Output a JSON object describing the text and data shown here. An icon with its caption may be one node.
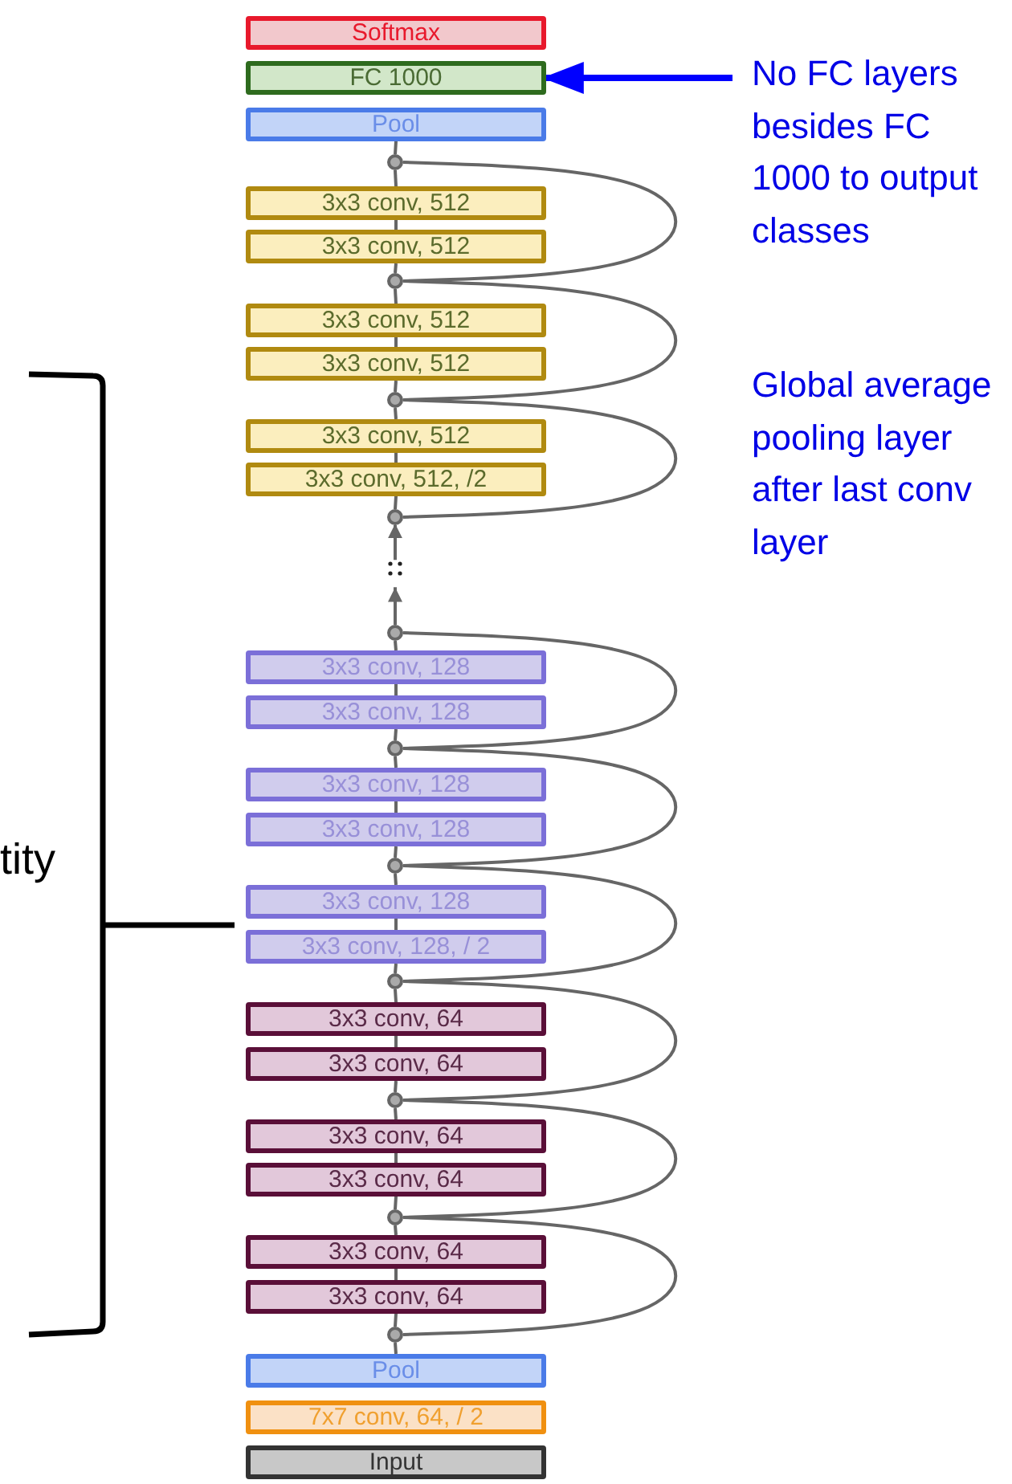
{
  "diagram": {
    "nodes": [
      {
        "text": [
          "Softmax"
        ]
      },
      {
        "text": [
          "FC 1000"
        ]
      },
      {
        "text": [
          "Pool"
        ]
      },
      {
        "text": [],
        "shape": "circle"
      },
      {
        "text": [
          "3x3 conv, 512"
        ]
      },
      {
        "text": [
          "3x3 conv, 512"
        ]
      },
      {
        "text": [],
        "shape": "circle"
      },
      {
        "text": [
          "3x3 conv, 512"
        ]
      },
      {
        "text": [
          "3x3 conv, 512"
        ]
      },
      {
        "text": [],
        "shape": "circle"
      },
      {
        "text": [
          "3x3 conv, 512"
        ]
      },
      {
        "text": [
          "3x3 conv, 512, /2"
        ]
      },
      {
        "text": [],
        "shape": "circle"
      },
      {
        "text": [],
        "shape": "circle"
      },
      {
        "text": [
          "3x3 conv, 128"
        ]
      },
      {
        "text": [
          "3x3 conv, 128"
        ]
      },
      {
        "text": [],
        "shape": "circle"
      },
      {
        "text": [
          "3x3 conv, 128"
        ]
      },
      {
        "text": [
          "3x3 conv, 128"
        ]
      },
      {
        "text": [],
        "shape": "circle"
      },
      {
        "text": [
          "3x3 conv, 128"
        ]
      },
      {
        "text": [
          "3x3 conv, 128, / 2"
        ]
      },
      {
        "text": [],
        "shape": "circle"
      },
      {
        "text": [
          "3x3 conv, 64"
        ]
      },
      {
        "text": [
          "3x3 conv, 64"
        ]
      },
      {
        "text": [],
        "shape": "circle"
      },
      {
        "text": [
          "3x3 conv, 64"
        ]
      },
      {
        "text": [
          "3x3 conv, 64"
        ]
      },
      {
        "text": [],
        "shape": "circle"
      },
      {
        "text": [
          "3x3 conv, 64"
        ]
      },
      {
        "text": [
          "3x3 conv, 64"
        ]
      },
      {
        "text": [],
        "shape": "circle"
      },
      {
        "text": [
          "Pool"
        ]
      },
      {
        "text": [
          "7x7 conv, 64, / 2"
        ]
      },
      {
        "text": [
          "Input"
        ]
      },
      {
        "text": [
          "No FC layers besides FC 1000 to output classes"
        ]
      },
      {
        "text": [
          "Global average pooling layer after last conv layer"
        ]
      }
    ],
    "edges": [
      {
        "from": 31,
        "to": 30,
        "arrow": "none"
      },
      {
        "from": 30,
        "to": 29,
        "arrow": "none"
      },
      {
        "from": 29,
        "to": 28,
        "arrow": "none"
      },
      {
        "from": 28,
        "to": 27,
        "arrow": "none"
      },
      {
        "from": 27,
        "to": 26,
        "arrow": "none"
      },
      {
        "from": 26,
        "to": 25,
        "arrow": "none"
      },
      {
        "from": 25,
        "to": 24,
        "arrow": "none"
      },
      {
        "from": 24,
        "to": 23,
        "arrow": "none"
      },
      {
        "from": 23,
        "to": 22,
        "arrow": "none"
      },
      {
        "from": 22,
        "to": 21,
        "arrow": "none"
      },
      {
        "from": 21,
        "to": 20,
        "arrow": "none"
      },
      {
        "from": 20,
        "to": 19,
        "arrow": "none"
      },
      {
        "from": 19,
        "to": 18,
        "arrow": "none"
      },
      {
        "from": 18,
        "to": 17,
        "arrow": "none"
      },
      {
        "from": 17,
        "to": 16,
        "arrow": "none"
      },
      {
        "from": 16,
        "to": 15,
        "arrow": "none"
      },
      {
        "from": 15,
        "to": 14,
        "arrow": "none"
      },
      {
        "from": 14,
        "to": 13,
        "arrow": "none"
      },
      {
        "from": 13,
        "to": 12,
        "arrow": "to",
        "style": "dashed"
      },
      {
        "from": 12,
        "to": 11,
        "arrow": "none"
      },
      {
        "from": 11,
        "to": 10,
        "arrow": "none"
      },
      {
        "from": 10,
        "to": 9,
        "arrow": "none"
      },
      {
        "from": 9,
        "to": 8,
        "arrow": "none"
      },
      {
        "from": 8,
        "to": 7,
        "arrow": "none"
      },
      {
        "from": 7,
        "to": 6,
        "arrow": "none"
      },
      {
        "from": 6,
        "to": 5,
        "arrow": "none"
      },
      {
        "from": 5,
        "to": 4,
        "arrow": "none"
      },
      {
        "from": 4,
        "to": 3,
        "arrow": "none"
      },
      {
        "from": 3,
        "to": 2,
        "arrow": "none"
      },
      {
        "from": 32,
        "to": 31,
        "arrow": "none"
      },
      {
        "from": 31,
        "to": 28,
        "arrow": "none"
      },
      {
        "from": 28,
        "to": 25,
        "arrow": "none"
      },
      {
        "from": 25,
        "to": 22,
        "arrow": "none"
      },
      {
        "from": 22,
        "to": 19,
        "arrow": "none"
      },
      {
        "from": 19,
        "to": 16,
        "arrow": "none"
      },
      {
        "from": 16,
        "to": 13,
        "arrow": "none"
      },
      {
        "from": 12,
        "to": 9,
        "arrow": "none"
      },
      {
        "from": 9,
        "to": 6,
        "arrow": "none"
      },
      {
        "from": 6,
        "to": 3,
        "arrow": "none"
      },
      {
        "from": 35,
        "to": 1,
        "arrow": "to",
        "style": "thick",
        "color": "#0000ff"
      }
    ],
    "labels": [
      "tity"
    ]
  }
}
